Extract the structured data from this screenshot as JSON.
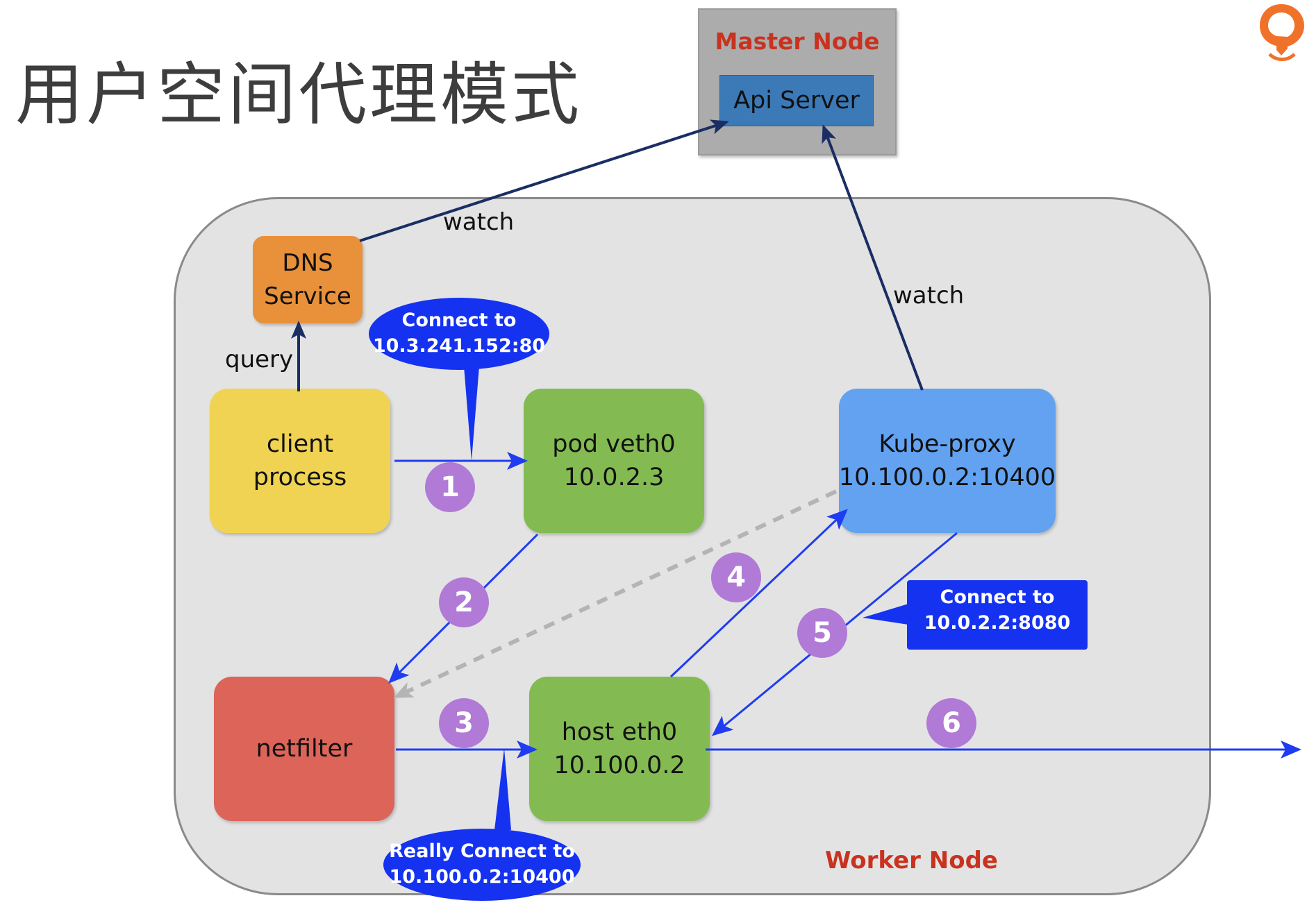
{
  "title": "用户空间代理模式",
  "master_node": {
    "label": "Master Node",
    "api_server": "Api Server"
  },
  "worker_node_label": "Worker Node",
  "nodes": {
    "dns": "DNS\nService",
    "client": "client\nprocess",
    "pod": "pod veth0\n10.0.2.3",
    "kube_proxy": "Kube-proxy\n10.100.0.2:10400",
    "netfilter": "netfilter",
    "host": "host eth0\n10.100.0.2"
  },
  "edge_labels": {
    "watch_dns": "watch",
    "watch_proxy": "watch",
    "query": "query"
  },
  "callouts": {
    "connect_service": "Connect to\n10.3.241.152:80",
    "connect_pod": "Connect to\n10.0.2.2:8080",
    "really_connect": "Really Connect to\n10.100.0.2:10400"
  },
  "steps": [
    "1",
    "2",
    "3",
    "4",
    "5",
    "6"
  ],
  "colors": {
    "arrow_blue": "#1f3cf0",
    "arrow_navy": "#1a2e63",
    "callout_blue": "#1432f0",
    "step_purple": "#b07ad6",
    "dashed_gray": "#b4b4b4",
    "node_label_red": "#c8321f"
  }
}
